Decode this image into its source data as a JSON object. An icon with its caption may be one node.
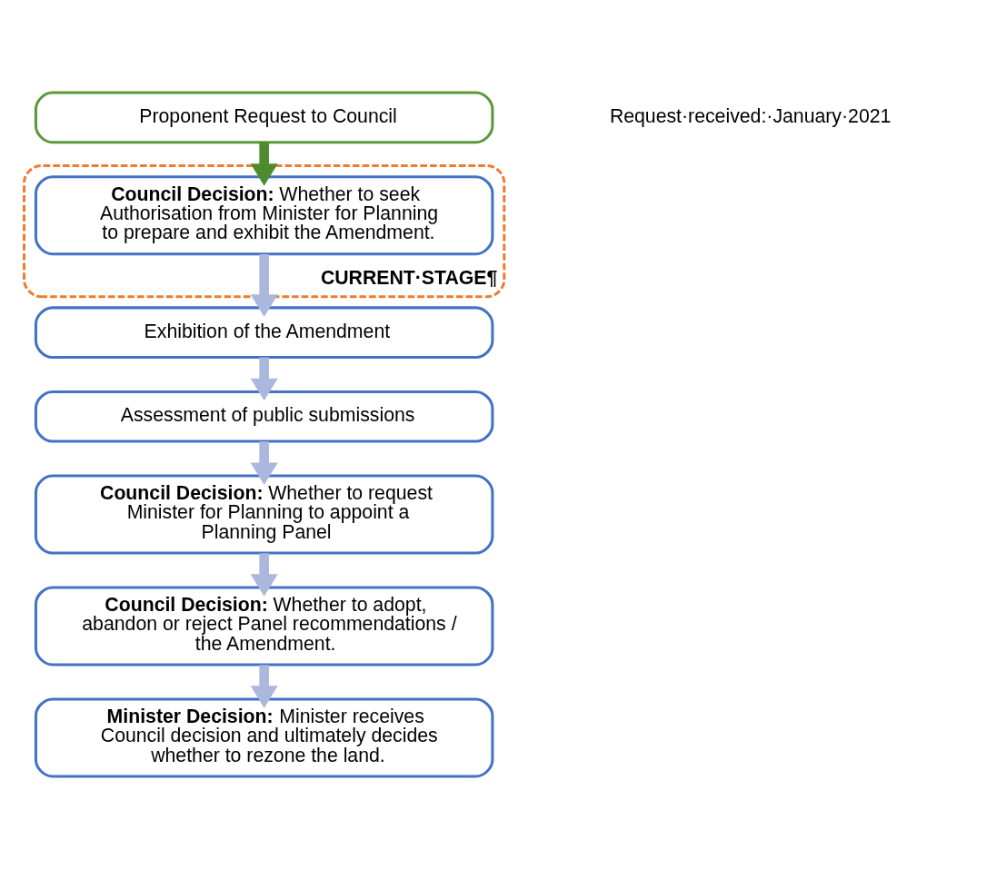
{
  "diagram": {
    "nodes": [
      {
        "text": [
          "Proponent Request to Council"
        ]
      },
      {
        "text": [
          "CURRENT·STAGE¶"
        ]
      },
      {
        "text": [
          "**Council Decision:** Whether to seek Authorisation from Minister for Planning to prepare and exhibit the Amendment."
        ],
        "in": 1
      },
      {
        "text": [
          "Exhibition of the Amendment"
        ]
      },
      {
        "text": [
          "Assessment of public submissions"
        ]
      },
      {
        "text": [
          "**Council Decision:** Whether to request Minister for Planning to appoint a Planning Panel"
        ]
      },
      {
        "text": [
          "**Council Decision:** Whether to adopt, abandon or reject Panel recommendations / the Amendment."
        ]
      },
      {
        "text": [
          "**Minister Decision:** Minister receives Council decision and ultimately decides whether to rezone the land."
        ]
      }
    ],
    "edges": [
      {
        "from": 0,
        "to": 2,
        "arrow": "to",
        "color": "#4e8a2e"
      },
      {
        "from": 2,
        "to": 3,
        "arrow": "to"
      },
      {
        "from": 3,
        "to": 4,
        "arrow": "to"
      },
      {
        "from": 4,
        "to": 5,
        "arrow": "to"
      },
      {
        "from": 5,
        "to": 6,
        "arrow": "to"
      },
      {
        "from": 6,
        "to": 7,
        "arrow": "to"
      }
    ],
    "labels": [
      "Request·received:·January·2021"
    ]
  }
}
